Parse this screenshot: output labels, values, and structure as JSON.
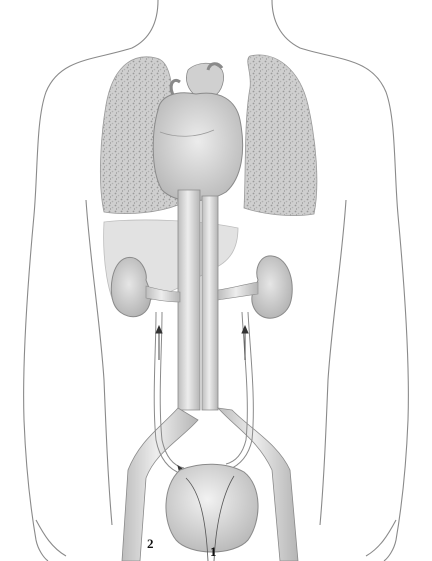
{
  "figure": {
    "labels": [
      {
        "id": "label-1",
        "text": "1"
      },
      {
        "id": "label-2",
        "text": "2"
      }
    ]
  },
  "colors": {
    "outline": "#7a7a7a",
    "lung": "#c9c9c9",
    "heart": "#d6d6d6",
    "vessel": "#dcdcdc",
    "vessel_edge": "#8a8a8a",
    "kidney": "#d2d2d2",
    "liver": "#e3e3e3",
    "bladder": "#dadada"
  }
}
